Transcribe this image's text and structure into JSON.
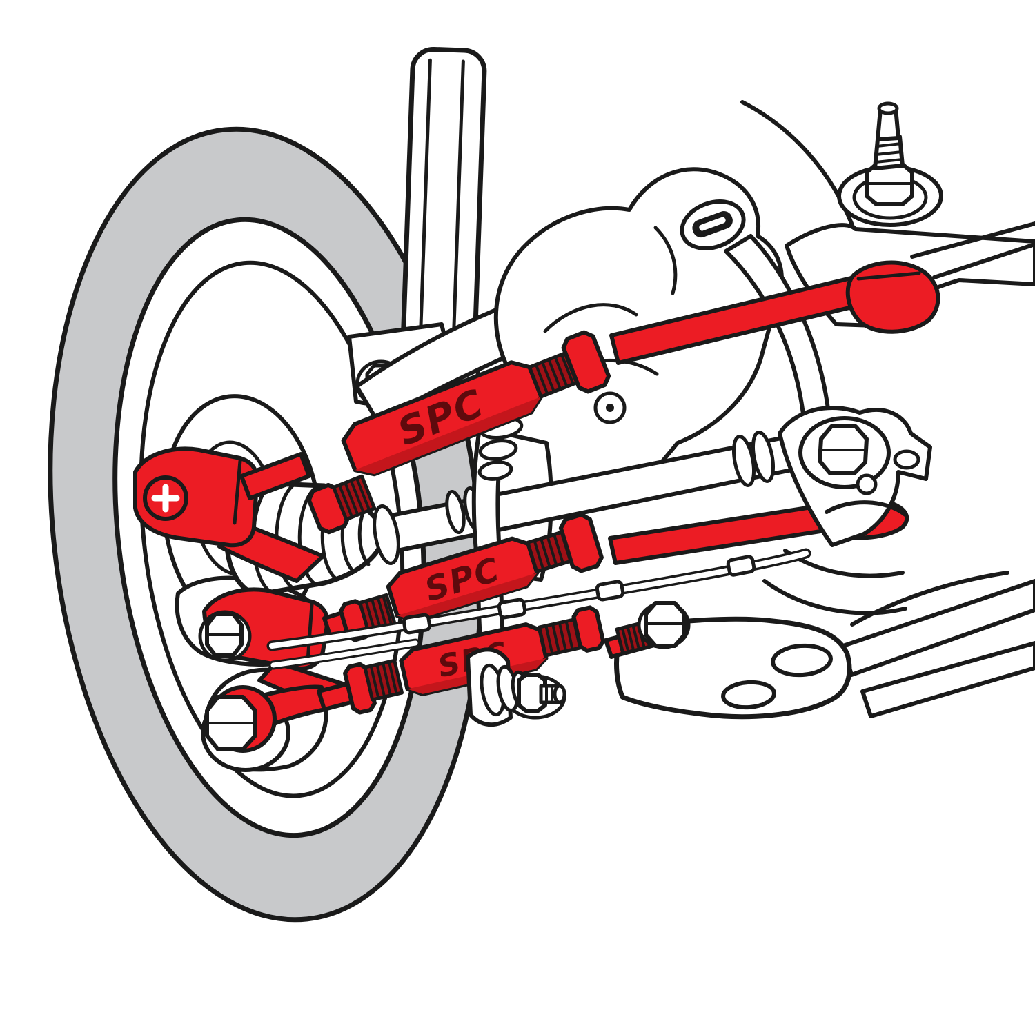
{
  "illustration": {
    "arms": [
      {
        "id": "upper-camber-arm",
        "brand_label": "SPC"
      },
      {
        "id": "middle-toe-arm",
        "brand_label": "SPC"
      },
      {
        "id": "lower-adjustable-arm",
        "brand_label": "SPC"
      }
    ],
    "colors": {
      "arm_red": "#ec1c24",
      "arm_red_shade": "#c4161c",
      "thread_red": "#a01016",
      "brand_text": "#5e0a0d",
      "rotor_gray": "#c8c9cb",
      "outline": "#1a1a1a",
      "background": "#ffffff"
    }
  }
}
